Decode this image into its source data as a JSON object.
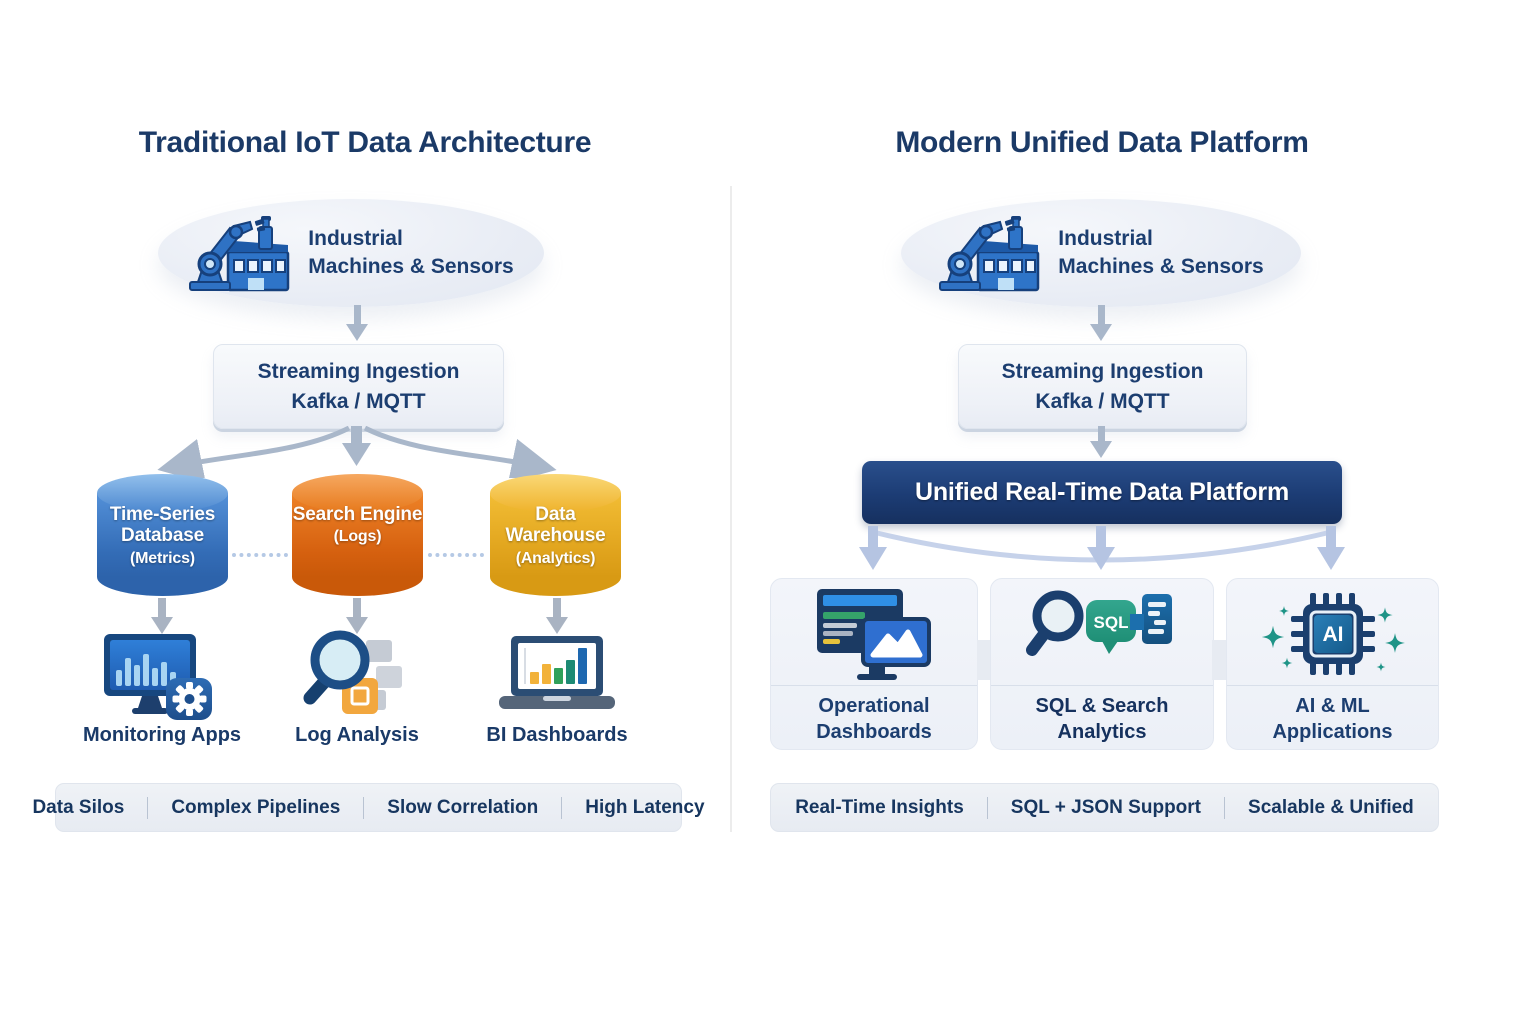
{
  "left": {
    "title": "Traditional IoT Data Architecture",
    "source": {
      "line1": "Industrial",
      "line2": "Machines & Sensors"
    },
    "ingestion": {
      "line1": "Streaming Ingestion",
      "line2": "Kafka / MQTT"
    },
    "stores": [
      {
        "name": "Time-Series Database",
        "sub": "(Metrics)",
        "color": "#336cb6",
        "icon": "database-cylinder-icon"
      },
      {
        "name": "Search Engine",
        "sub": "(Logs)",
        "color": "#d5600f",
        "icon": "database-cylinder-icon"
      },
      {
        "name": "Data Warehouse",
        "sub": "(Analytics)",
        "color": "#e0a31c",
        "icon": "database-cylinder-icon"
      }
    ],
    "apps": [
      {
        "label": "Monitoring Apps",
        "icon": "monitor-gear-icon"
      },
      {
        "label": "Log Analysis",
        "icon": "magnifier-documents-icon"
      },
      {
        "label": "BI Dashboards",
        "icon": "laptop-bar-chart-icon"
      }
    ],
    "footer": [
      "Data Silos",
      "Complex Pipelines",
      "Slow Correlation",
      "High Latency"
    ]
  },
  "right": {
    "title": "Modern Unified Data Platform",
    "source": {
      "line1": "Industrial",
      "line2": "Machines & Sensors"
    },
    "ingestion": {
      "line1": "Streaming Ingestion",
      "line2": "Kafka / MQTT"
    },
    "platform": "Unified Real-Time Data Platform",
    "apps": [
      {
        "line1": "Operational",
        "line2": "Dashboards",
        "icon": "dashboard-monitors-icon"
      },
      {
        "line1": "SQL & Search",
        "line2": "Analytics",
        "icon": "magnifier-sql-doc-icon",
        "icon_text": "SQL"
      },
      {
        "line1": "AI & ML",
        "line2": "Applications",
        "icon": "ai-chip-icon",
        "icon_text": "AI"
      }
    ],
    "footer": [
      "Real-Time Insights",
      "SQL + JSON Support",
      "Scalable & Unified"
    ]
  },
  "colors": {
    "title_navy": "#1b3a67",
    "text_navy": "#1c3e70",
    "platform_navy": "#1c3c74",
    "arrow_gray": "#a9b7ca",
    "arrow_blue": "#b5c4e2",
    "cylinder_blue": "#336cb6",
    "cylinder_orange": "#d5600f",
    "cylinder_gold": "#e0a31c",
    "sql_bubble_green": "#2da089",
    "doc_blue": "#1c6fad",
    "sparkle_teal": "#1f9487",
    "panel_bg": "#ecf0f7"
  }
}
